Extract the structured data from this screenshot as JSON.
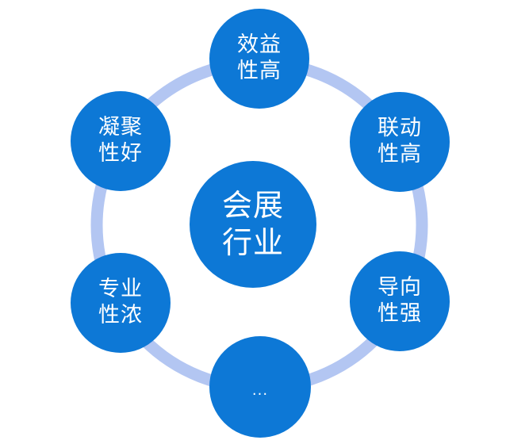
{
  "diagram": {
    "center": {
      "line1": "会展",
      "line2": "行业"
    },
    "nodes": [
      {
        "id": "top",
        "line1": "效益",
        "line2": "性高"
      },
      {
        "id": "upper-right",
        "line1": "联动",
        "line2": "性高"
      },
      {
        "id": "lower-right",
        "line1": "导向",
        "line2": "性强"
      },
      {
        "id": "bottom",
        "text": "..."
      },
      {
        "id": "lower-left",
        "line1": "专业",
        "line2": "性浓"
      },
      {
        "id": "upper-left",
        "line1": "凝聚",
        "line2": "性好"
      }
    ],
    "colors": {
      "node_fill": "#0d78d6",
      "ring": "#b3c6f2",
      "text": "#ffffff"
    }
  }
}
